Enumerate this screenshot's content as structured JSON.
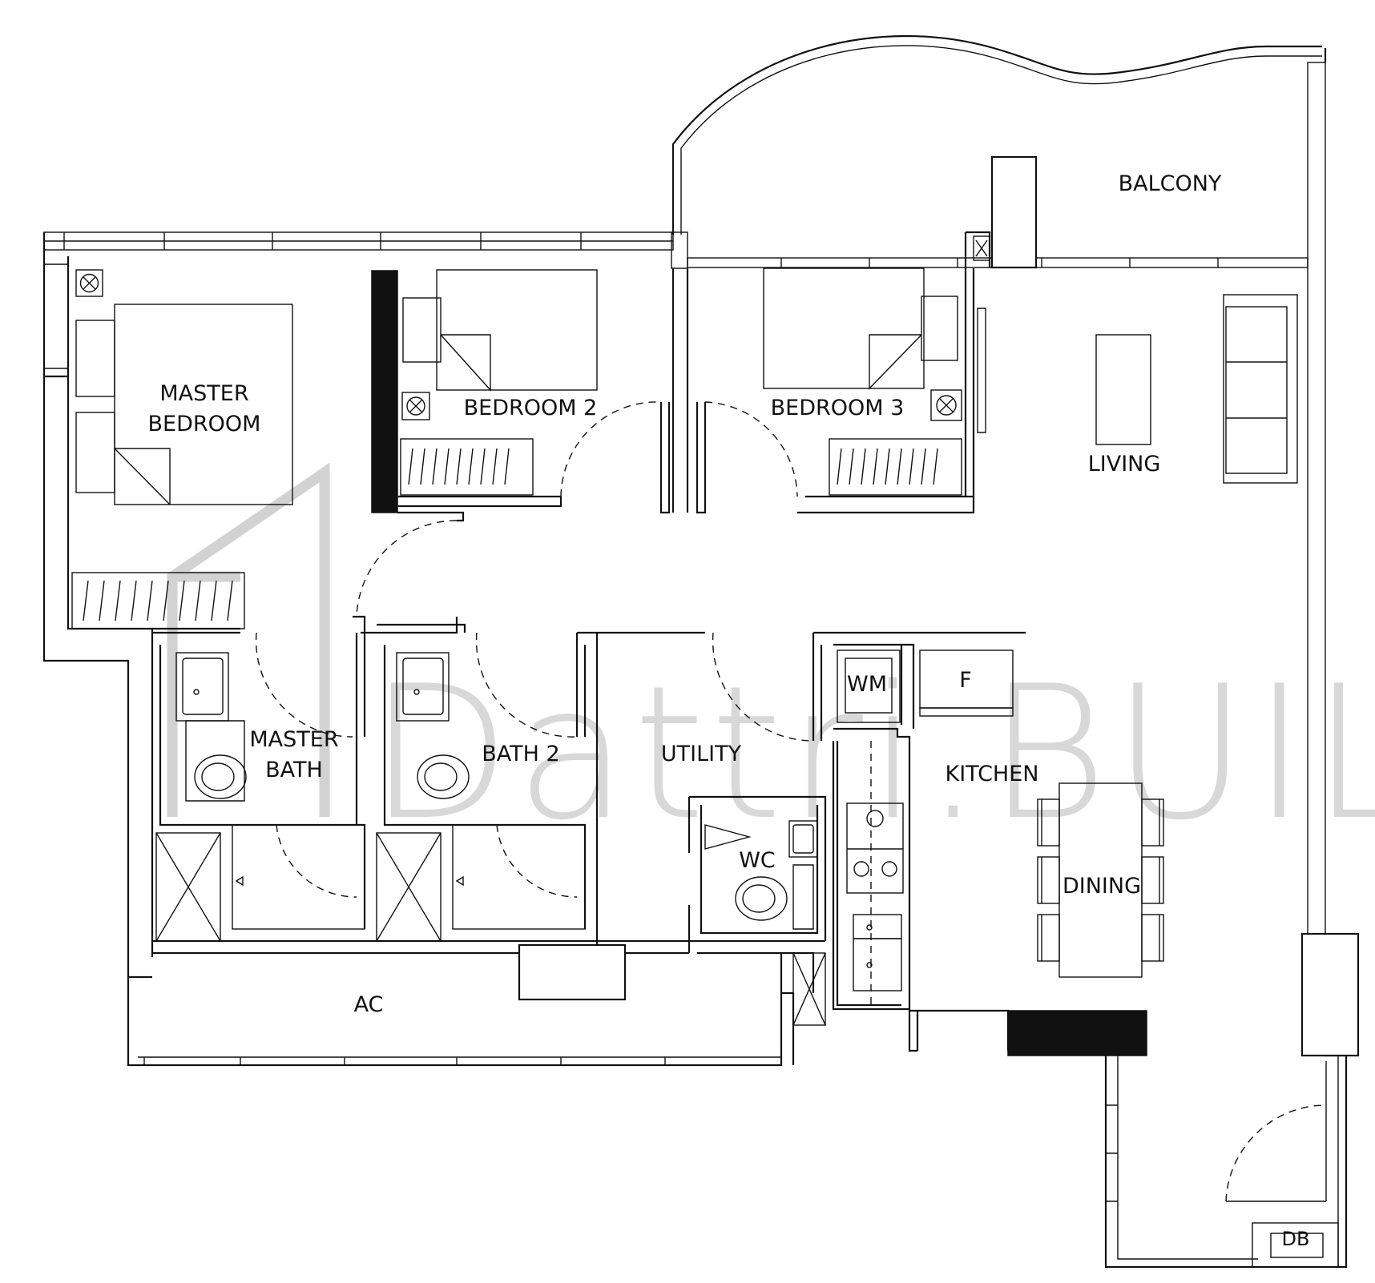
{
  "watermark": {
    "brand": "Dattri.BUILD"
  },
  "rooms": {
    "master_bedroom_line1": "MASTER",
    "master_bedroom_line2": "BEDROOM",
    "bedroom2": "BEDROOM 2",
    "bedroom3": "BEDROOM 3",
    "living": "LIVING",
    "balcony": "BALCONY",
    "master_bath_line1": "MASTER",
    "master_bath_line2": "BATH",
    "bath2": "BATH 2",
    "utility": "UTILITY",
    "wc": "WC",
    "wm": "WM",
    "fridge": "F",
    "kitchen": "KITCHEN",
    "dining": "DINING",
    "ac": "AC",
    "db": "DB"
  }
}
